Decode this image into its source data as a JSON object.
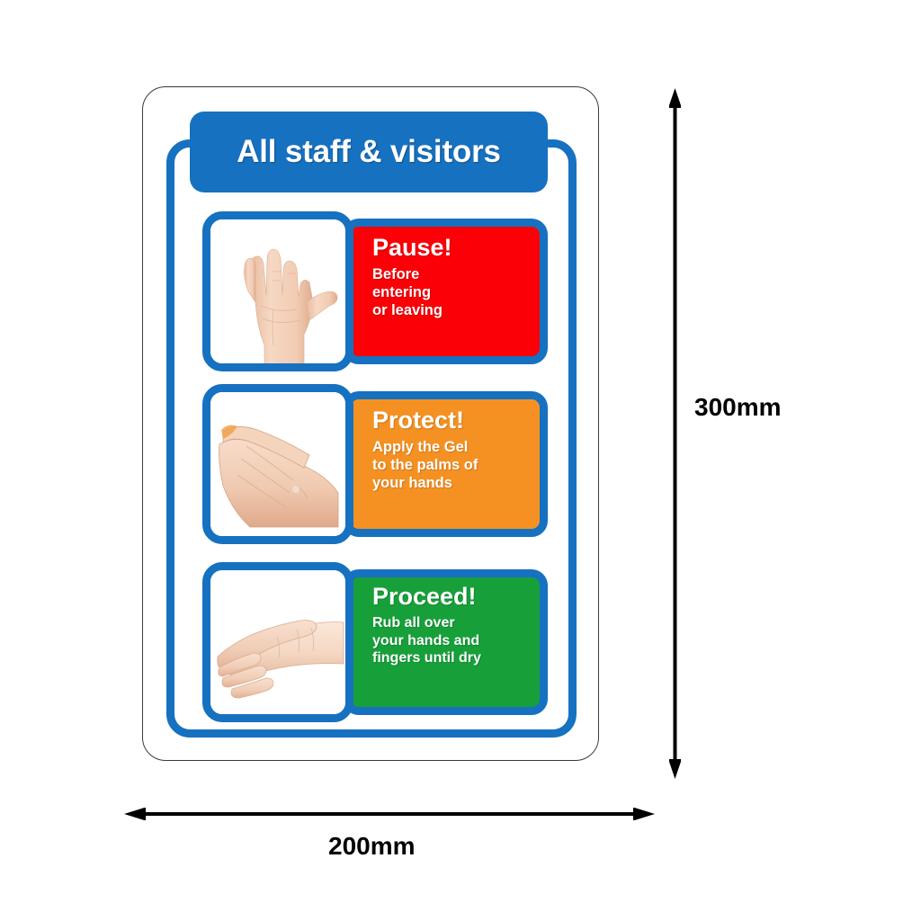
{
  "page": {
    "background_color": "#ffffff",
    "product_type": "hand-hygiene-sign"
  },
  "sign": {
    "border_color": "#1671C0",
    "panel_color": "#ffffff",
    "header": {
      "title": "All staff & visitors",
      "background_color": "#1671C0",
      "text_color": "#ffffff"
    },
    "steps": [
      {
        "heading": "Pause!",
        "body_lines": [
          "Before",
          "entering",
          "or leaving"
        ],
        "color": "#FB0007",
        "color_name": "red",
        "image_name": "open-palm-hand-photo",
        "image_alt": "Open palm raised hand"
      },
      {
        "heading": "Protect!",
        "body_lines": [
          "Apply the Gel",
          "to the palms of",
          "your hands"
        ],
        "color": "#F59122",
        "color_name": "orange",
        "image_name": "gel-on-palm-hand-photo",
        "image_alt": "Gel being applied to palm of hand"
      },
      {
        "heading": "Proceed!",
        "body_lines": [
          "Rub all over",
          "your hands and",
          "fingers until dry"
        ],
        "color": "#17A03A",
        "color_name": "green",
        "image_name": "rubbing-hands-photo",
        "image_alt": "Two hands rubbing together"
      }
    ]
  },
  "dimensions": {
    "height_label": "300mm",
    "width_label": "200mm",
    "line_color": "#000000"
  }
}
